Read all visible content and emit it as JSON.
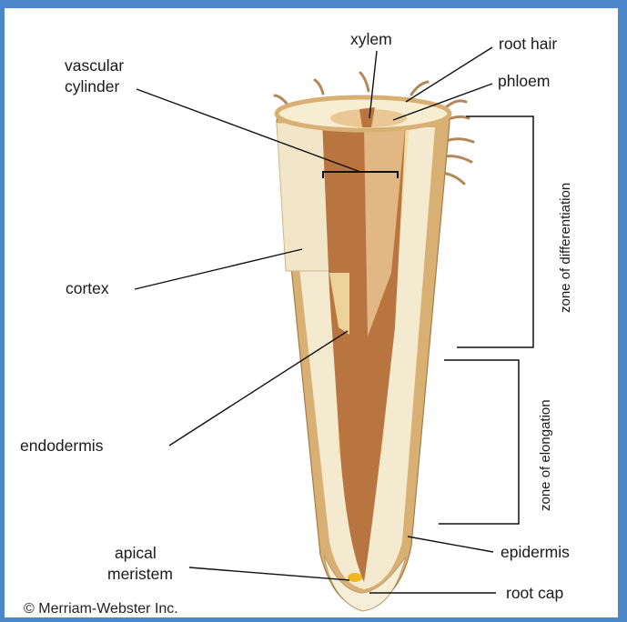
{
  "labels": {
    "xylem": "xylem",
    "root_hair": "root hair",
    "phloem": "phloem",
    "vascular_1": "vascular",
    "vascular_2": "cylinder",
    "cortex": "cortex",
    "endodermis": "endodermis",
    "apical_1": "apical",
    "apical_2": "meristem",
    "epidermis": "epidermis",
    "root_cap": "root cap",
    "zone_differentiation": "zone of differentiation",
    "zone_elongation": "zone of elongation"
  },
  "copyright": "© Merriam-Webster Inc.",
  "colors": {
    "frame": "#4a86c8",
    "epidermis": "#d9b074",
    "cortex": "#f3ead0",
    "vascular": "#b9753f",
    "xylem_light": "#e8c48f",
    "meristem": "#f0b81e",
    "root_hair": "#b4875a"
  }
}
